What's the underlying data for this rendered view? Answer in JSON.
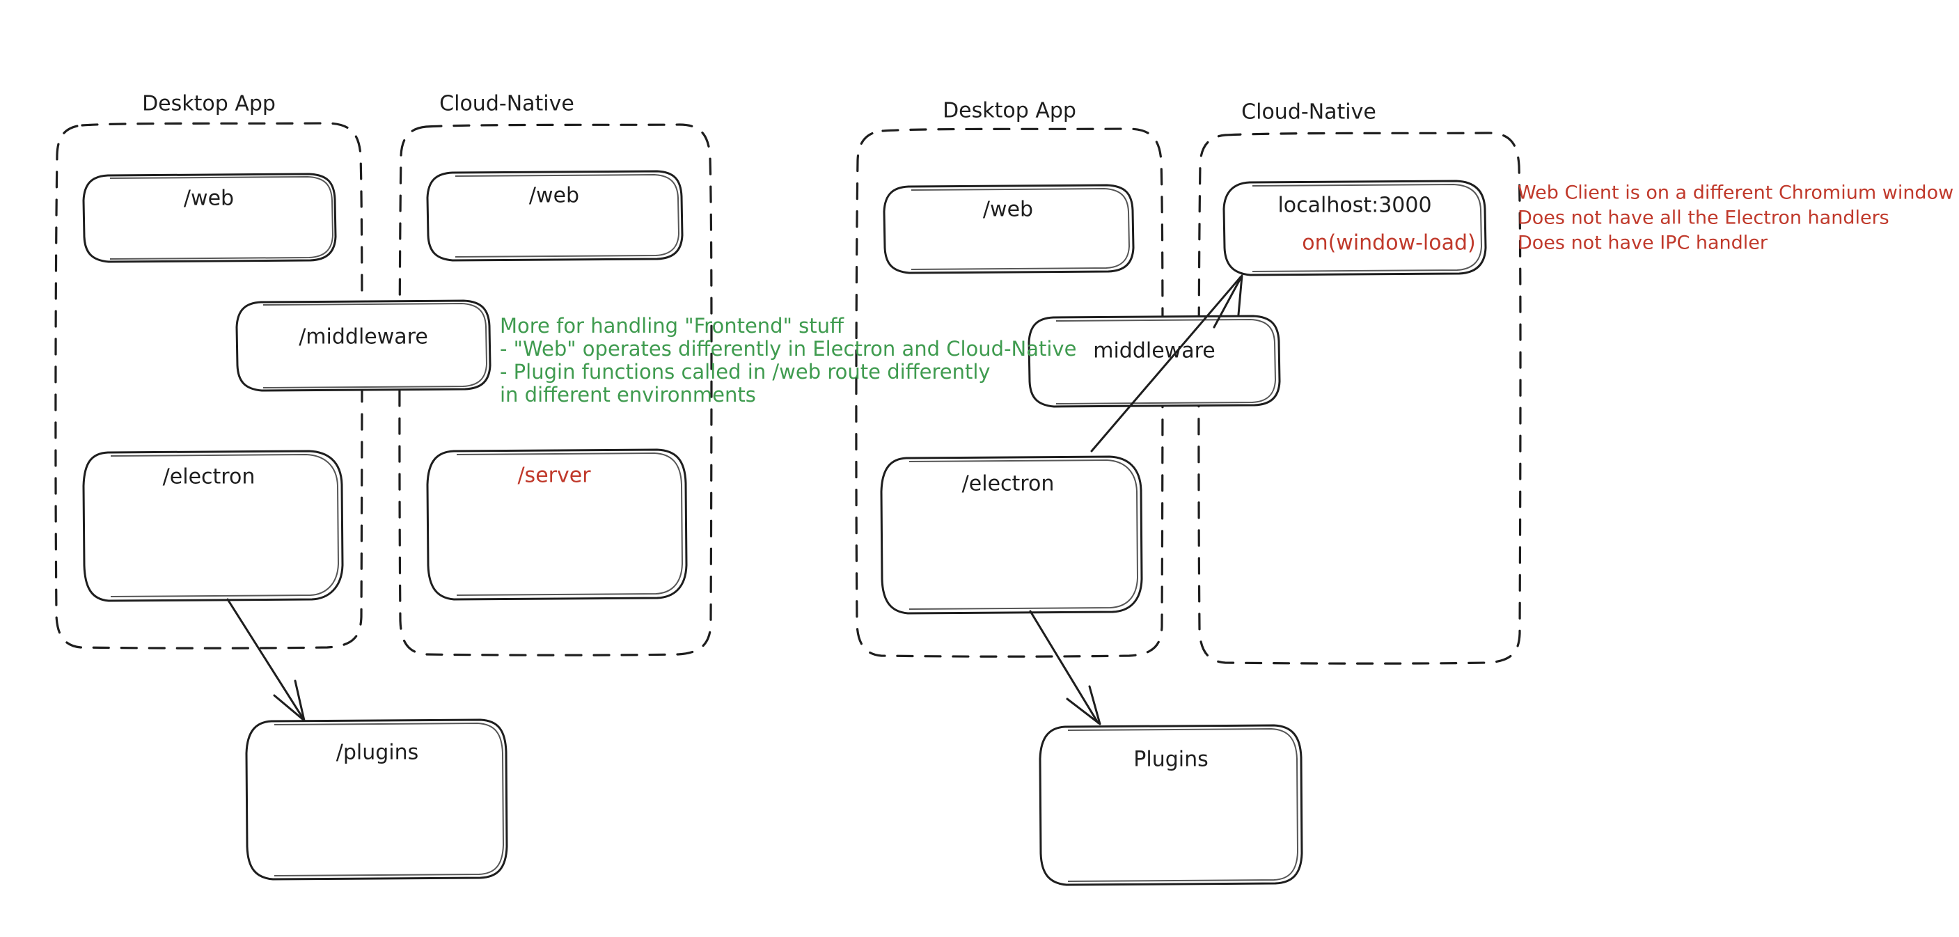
{
  "diagram": {
    "title": "Electron vs Cloud-Native architecture sketch",
    "style": "hand-drawn-excalidraw",
    "background": "#ffffff",
    "colors": {
      "ink": "#1e1e1e",
      "green": "#3f9b4f",
      "red": "#c0392b"
    }
  },
  "left_section": {
    "groups": [
      {
        "label": "Desktop App"
      },
      {
        "label": "Cloud-Native"
      }
    ],
    "nodes": [
      {
        "id": "l-web-desktop",
        "label": "/web",
        "color": "ink"
      },
      {
        "id": "l-web-cloud",
        "label": "/web",
        "color": "ink"
      },
      {
        "id": "l-middleware",
        "label": "/middleware",
        "color": "ink"
      },
      {
        "id": "l-electron",
        "label": "/electron",
        "color": "ink"
      },
      {
        "id": "l-server",
        "label": "/server",
        "color": "red"
      },
      {
        "id": "l-plugins",
        "label": "/plugins",
        "color": "ink"
      }
    ],
    "edges": [
      {
        "from": "l-electron",
        "to": "l-plugins"
      }
    ]
  },
  "right_section": {
    "groups": [
      {
        "label": "Desktop App"
      },
      {
        "label": "Cloud-Native"
      }
    ],
    "nodes": [
      {
        "id": "r-web",
        "label": "/web",
        "color": "ink"
      },
      {
        "id": "r-localhost",
        "label": "localhost:3000",
        "sublabel": "on(window-load)",
        "color": "ink",
        "sublabel_color": "red"
      },
      {
        "id": "r-middleware",
        "label": "middleware",
        "color": "ink"
      },
      {
        "id": "r-electron",
        "label": "/electron",
        "color": "ink"
      },
      {
        "id": "r-plugins",
        "label": "Plugins",
        "color": "ink"
      }
    ],
    "edges": [
      {
        "from": "r-electron",
        "to": "r-localhost"
      },
      {
        "from": "r-electron",
        "to": "r-plugins"
      }
    ]
  },
  "annotations": {
    "green_note": {
      "color": "#3f9b4f",
      "lines": [
        "More for handling \"Frontend\" stuff",
        "- \"Web\" operates differently in Electron and Cloud-Native",
        "- Plugin functions called in /web route differently",
        "in different environments"
      ]
    },
    "red_note": {
      "color": "#c0392b",
      "lines": [
        "Web Client is on a different Chromium window",
        "Does not have all the Electron handlers",
        "Does not have IPC handler"
      ]
    }
  }
}
